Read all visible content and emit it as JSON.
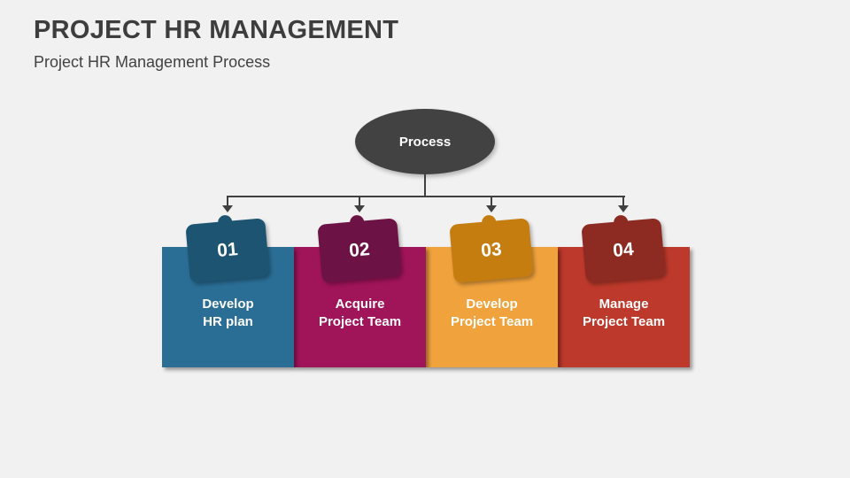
{
  "slide": {
    "title": "PROJECT HR MANAGEMENT",
    "subtitle": "Project HR Management Process"
  },
  "diagram": {
    "root_label": "Process",
    "colors": {
      "background": "#f1f1f1",
      "root_node": "#424242",
      "connector": "#404040",
      "step_text": "#ffffff"
    },
    "steps": [
      {
        "number": "01",
        "label_line1": "Develop",
        "label_line2": "HR plan",
        "body_color": "#2a6e96",
        "tab_color": "#1d5472"
      },
      {
        "number": "02",
        "label_line1": "Acquire",
        "label_line2": "Project Team",
        "body_color": "#a0145a",
        "tab_color": "#6d1244"
      },
      {
        "number": "03",
        "label_line1": "Develop",
        "label_line2": "Project Team",
        "body_color": "#f0a23c",
        "tab_color": "#c67d0f"
      },
      {
        "number": "04",
        "label_line1": "Manage",
        "label_line2": "Project Team",
        "body_color": "#bd392b",
        "tab_color": "#8d2b22"
      }
    ]
  }
}
